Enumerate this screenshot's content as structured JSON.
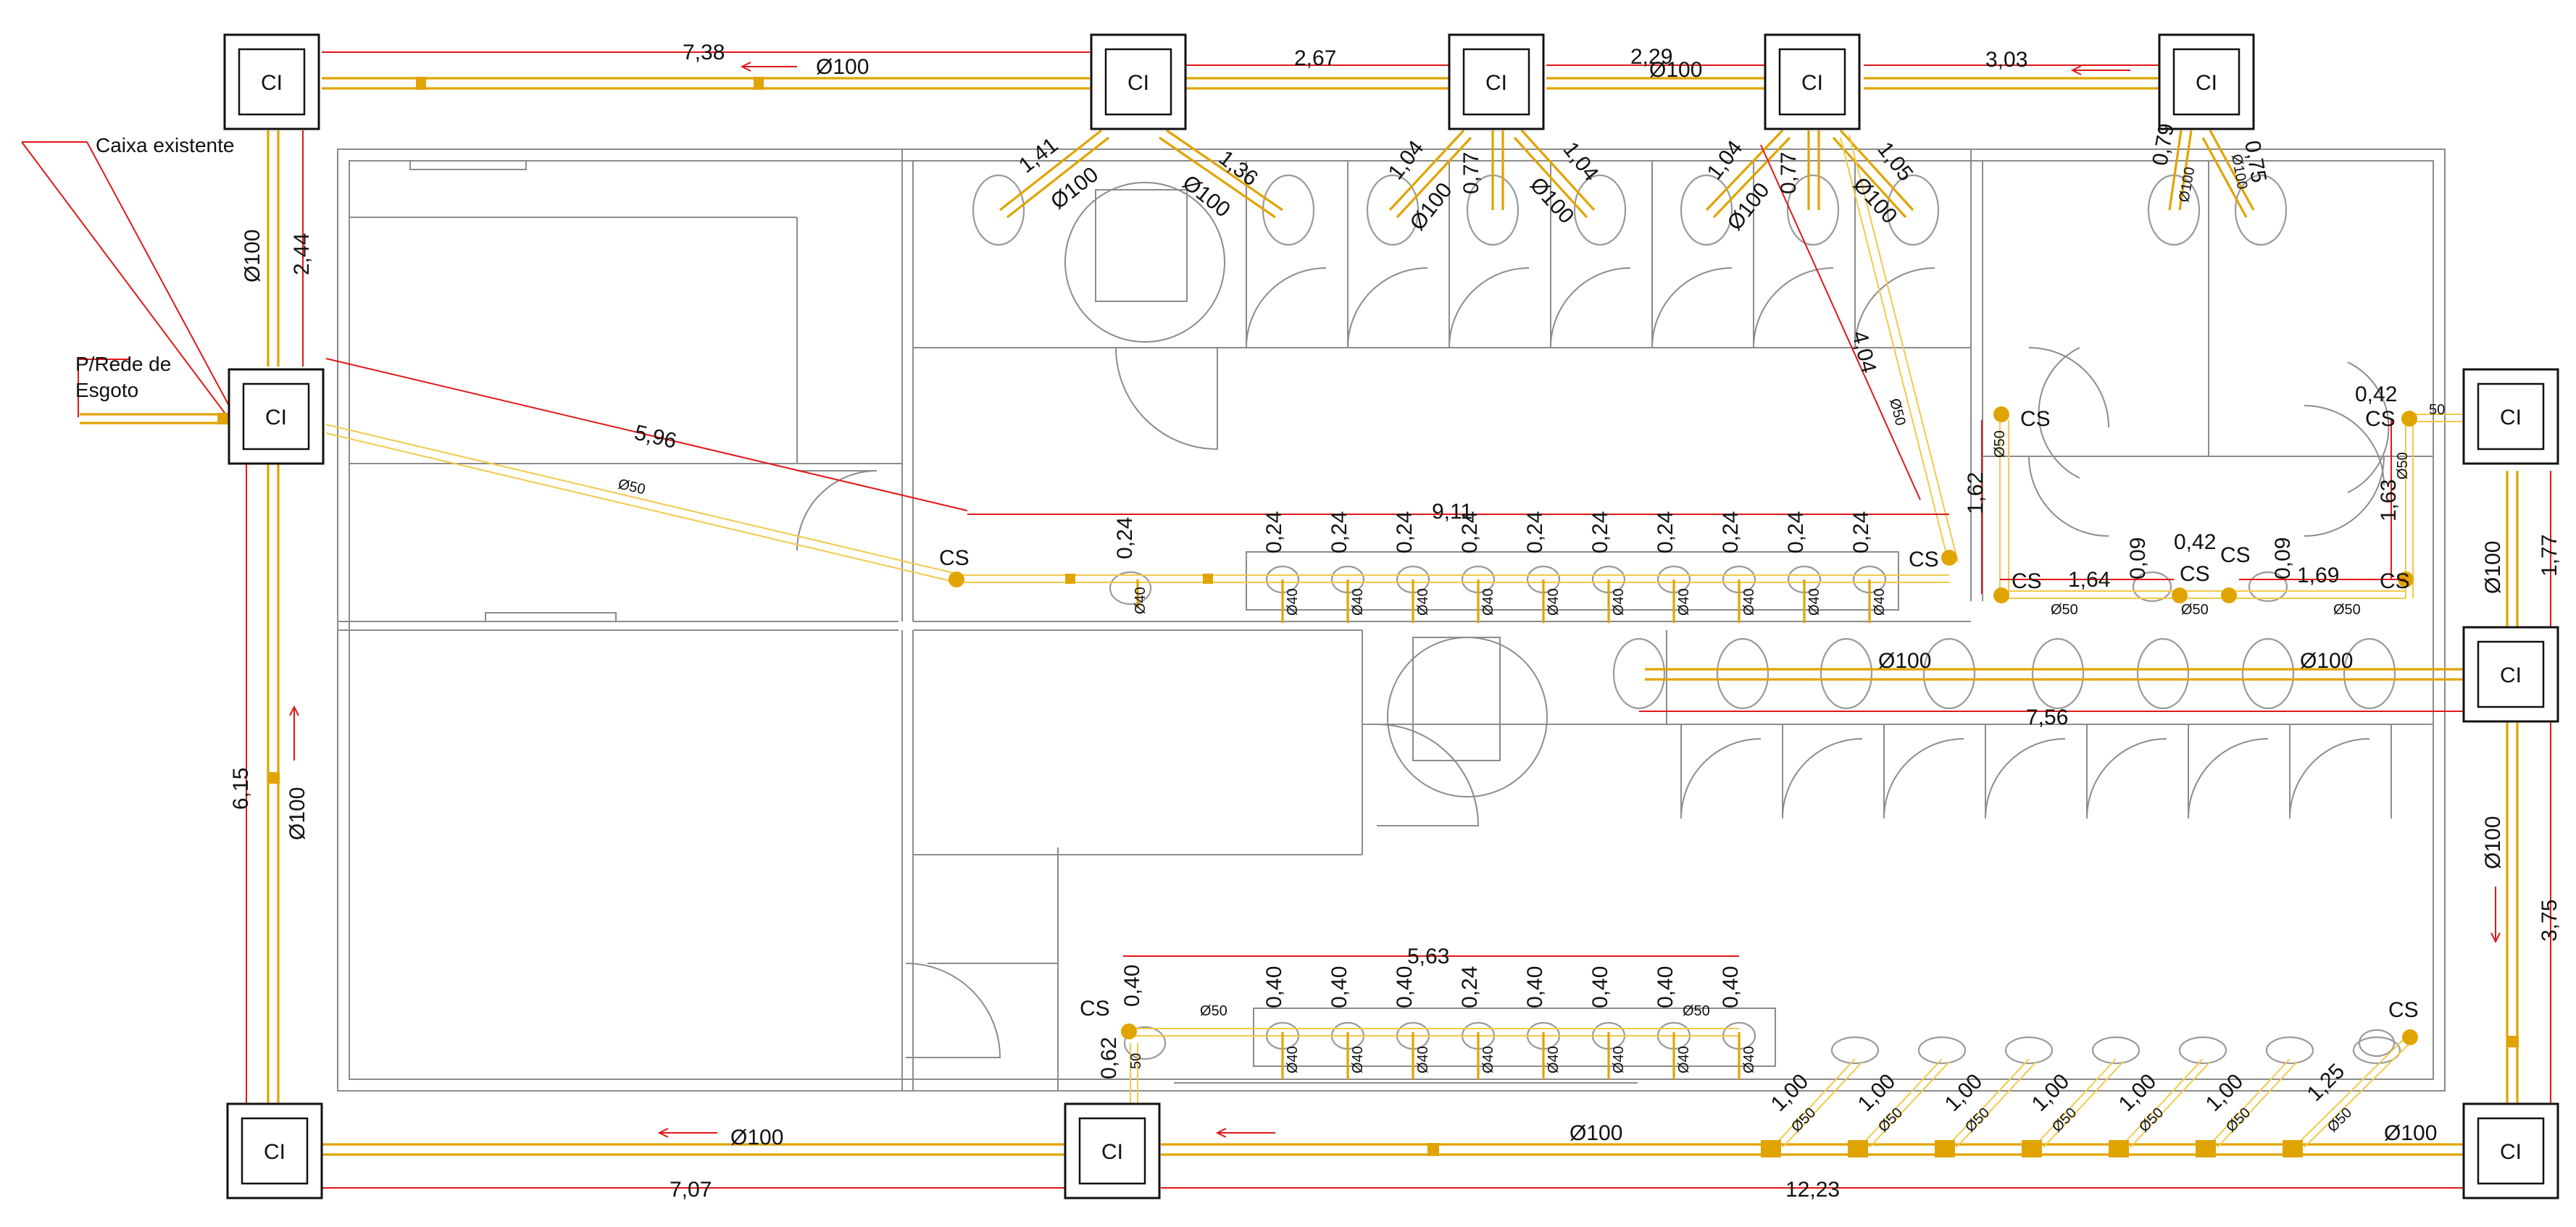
{
  "boxes": {
    "ci_label": "CI",
    "cs_label": "CS"
  },
  "annotations": {
    "caixa_existente": "Caixa existente",
    "rede_line1": "P/Rede de",
    "rede_line2": "Esgoto"
  },
  "pipes": {
    "d100": "Ø100",
    "d50": "Ø50",
    "d40": "Ø40"
  },
  "dimensions": {
    "top_run_1": "7,38",
    "top_run_2": "2,67",
    "top_run_3": "2,29",
    "top_run_4": "3,03",
    "left_upper": "2,44",
    "left_lower": "6,15",
    "diag_long": "5,96",
    "horizontal_long": "9,11",
    "diag_1": "1,41",
    "diag_2": "1,36",
    "diag_3": "1,04",
    "diag_4": "0,77",
    "diag_5": "1,04",
    "diag_6": "1,04",
    "diag_7": "0,77",
    "diag_8": "1,05",
    "diag_9": "4,04",
    "right_1": "0,79",
    "right_2": "0,75",
    "vert_162": "1,62",
    "h_164": "1,64",
    "h_169": "1,69",
    "v_163": "1,63",
    "small_042a": "0,42",
    "small_042b": "0,42",
    "small_009a": "0,09",
    "small_009b": "0,09",
    "right_177": "1,77",
    "right_375": "3,75",
    "mid_756": "7,56",
    "low_563": "5,63",
    "low_062": "0,62",
    "bottom_707": "7,07",
    "bottom_1223": "12,23",
    "sink_upper": "0,24",
    "sink_lower": "0,40",
    "branch_100": "1,00",
    "branch_125": "1,25",
    "small_50": "50"
  }
}
